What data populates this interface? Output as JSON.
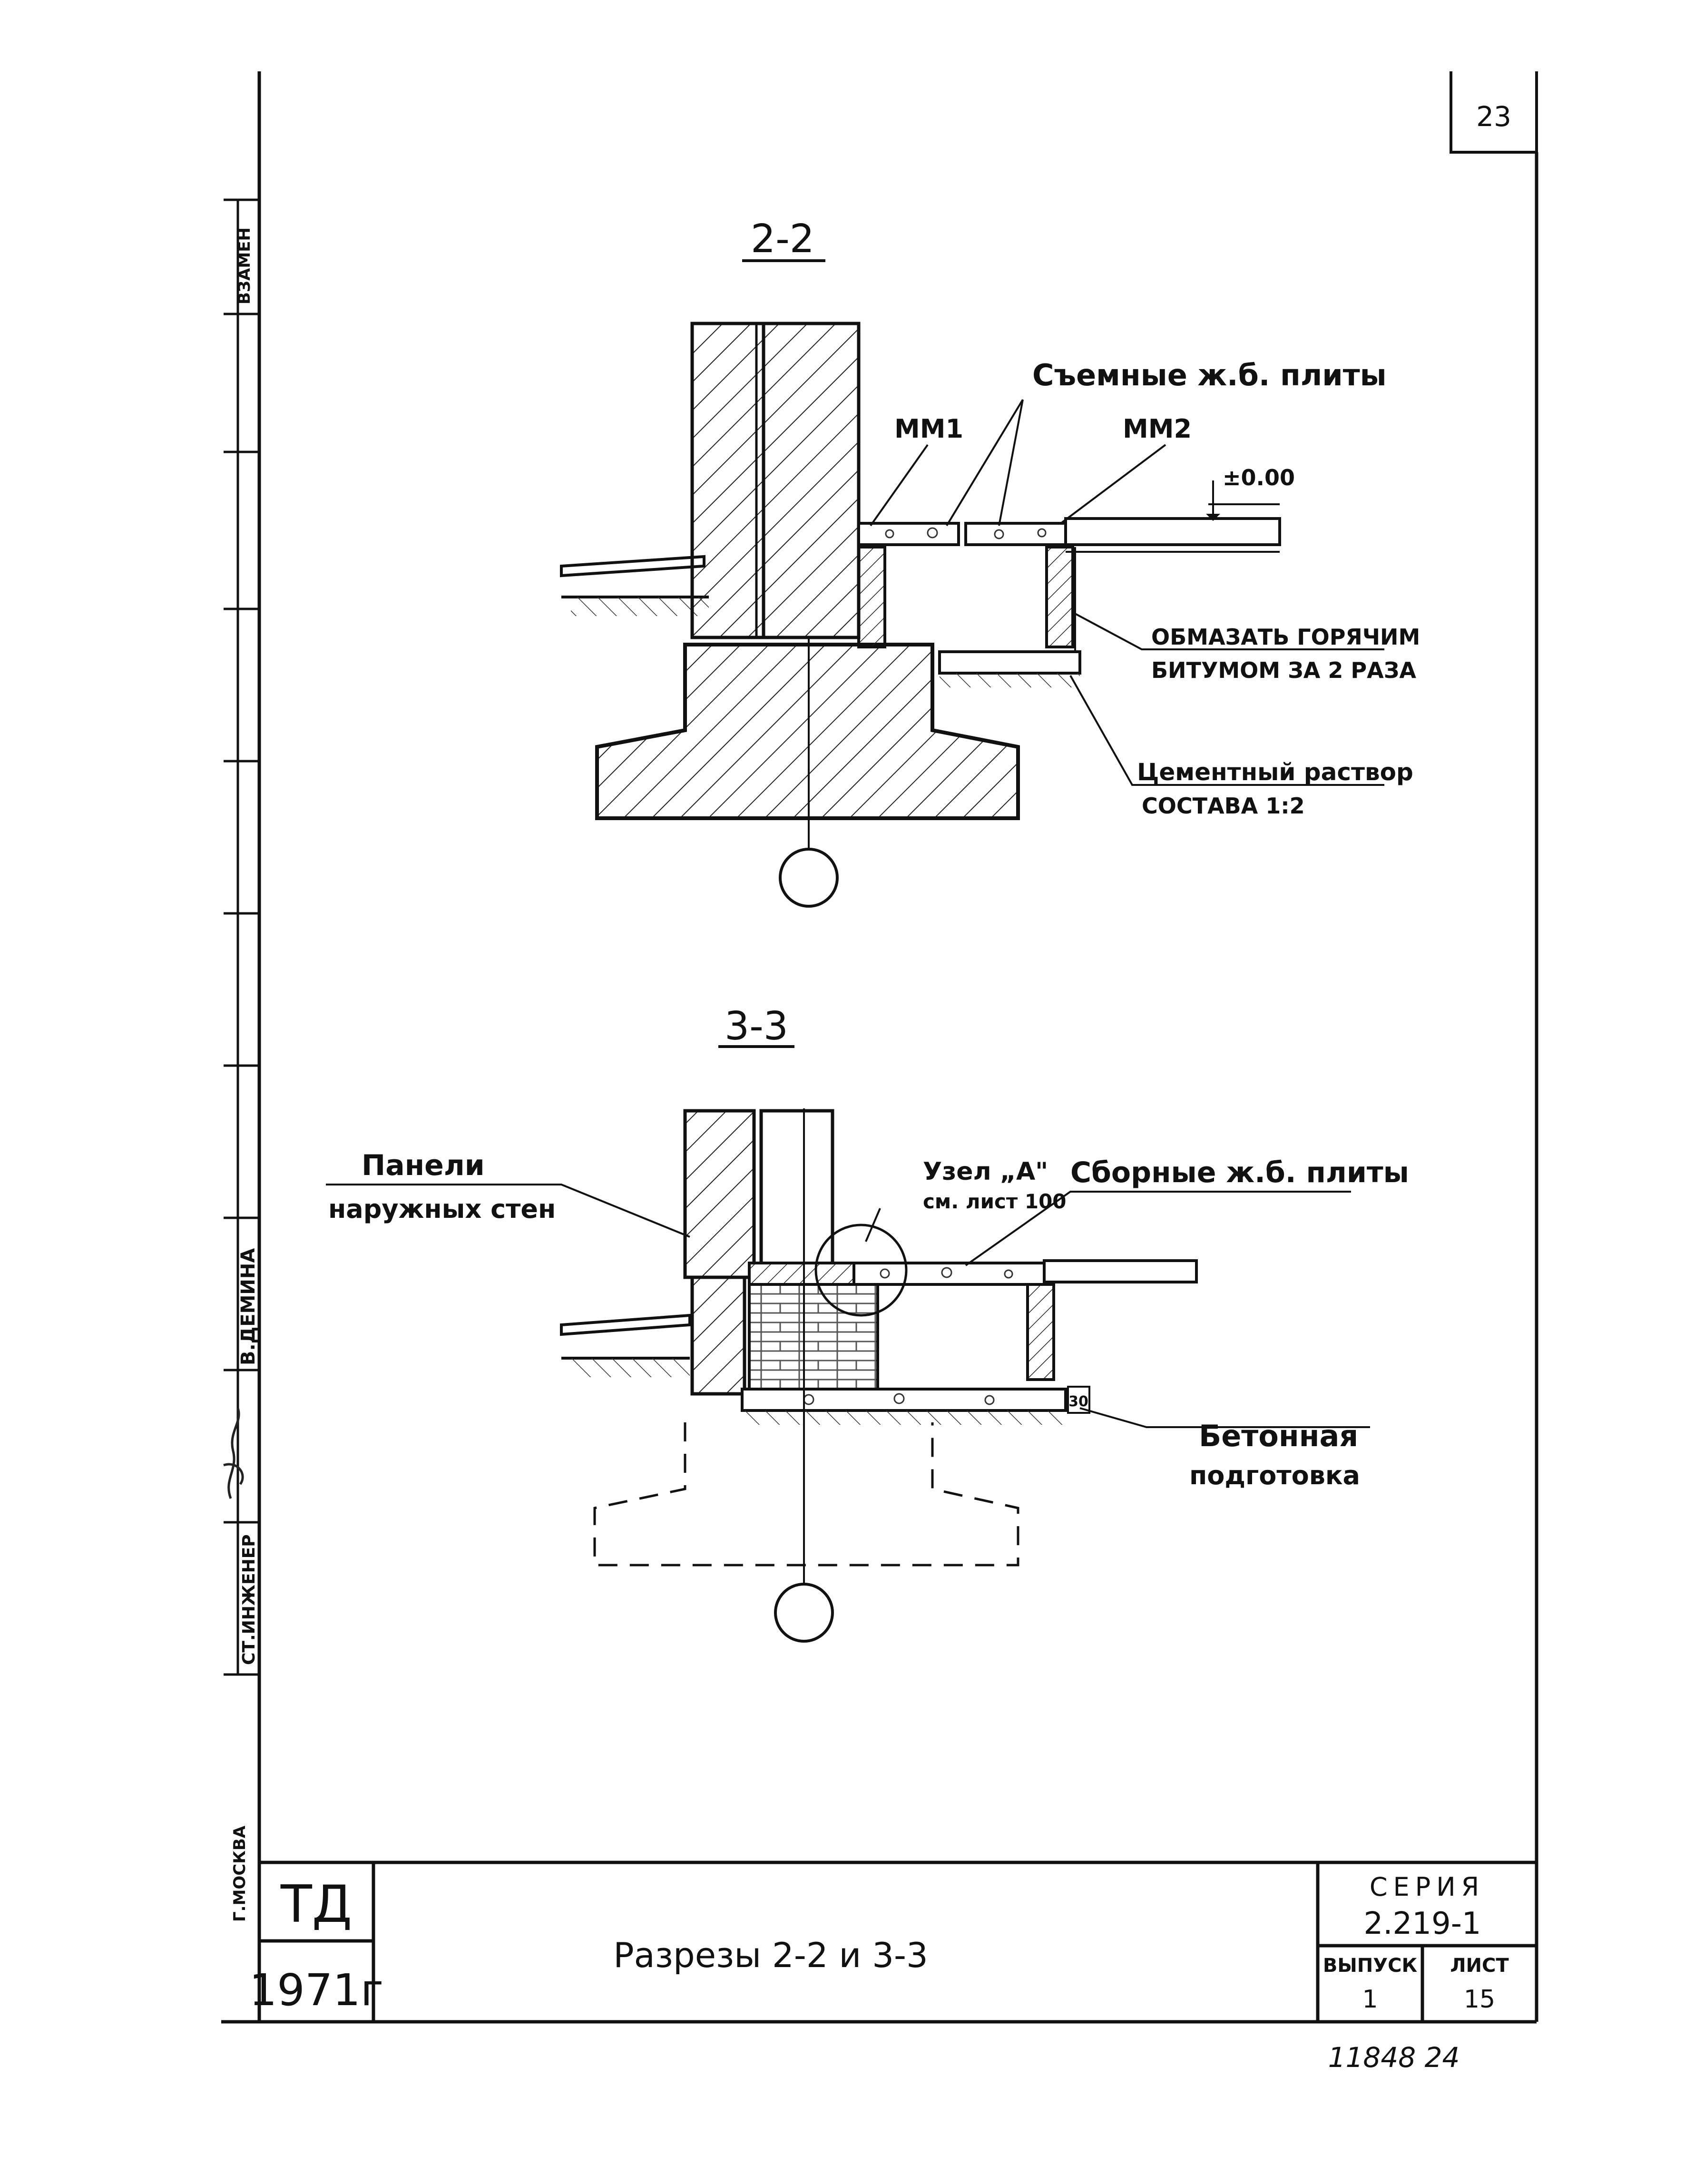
{
  "sheet": {
    "page_number": "23",
    "bottom_stamp": "11848 24"
  },
  "side_stamp": {
    "vzamen": "ВЗАМЕН",
    "engineer_name": "В.ДЕМИНА",
    "engineer_role": "СТ.ИНЖЕНЕР",
    "city": "Г.МОСКВА"
  },
  "section_2_2": {
    "title": "2-2",
    "label_slabs": "Съемные ж.б. плиты",
    "label_mm1": "ММ1",
    "label_mm2": "ММ2",
    "level_mark": "±0.00",
    "label_bitumen_1": "ОБМАЗАТЬ ГОРЯЧИМ",
    "label_bitumen_2": "БИТУМОМ ЗА 2 РАЗА",
    "label_mortar_1": "Цементный раствор",
    "label_mortar_2": "СОСТАВА 1:2"
  },
  "section_3_3": {
    "title": "3-3",
    "label_panels_1": "Панели",
    "label_panels_2": "наружных стен",
    "label_node_1": "Узел „А\"",
    "label_node_2": "см. лист 100",
    "label_slabs": "Сборные ж.б. плиты",
    "label_concrete_1": "Бетонная",
    "label_concrete_2": "подготовка",
    "dim_30": "30"
  },
  "title_block": {
    "org": "ТД",
    "year": "1971г",
    "drawing_title": "Разрезы 2-2 и 3-3",
    "series_label": "СЕРИЯ",
    "series_value": "2.219-1",
    "issue_label": "ВЫПУСК",
    "issue_value": "1",
    "sheet_label": "ЛИСТ",
    "sheet_value": "15"
  }
}
